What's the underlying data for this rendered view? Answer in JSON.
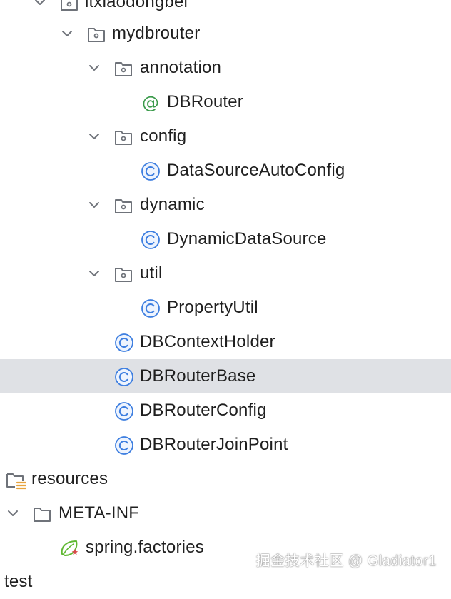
{
  "tree": {
    "top_partial": "itxiaodongbei",
    "mydbrouter": "mydbrouter",
    "annotation": "annotation",
    "dbrouter_annotation": "DBRouter",
    "config": "config",
    "datasource_autoconfig": "DataSourceAutoConfig",
    "dynamic": "dynamic",
    "dynamic_datasource": "DynamicDataSource",
    "util": "util",
    "property_util": "PropertyUtil",
    "db_context_holder": "DBContextHolder",
    "db_router_base": "DBRouterBase",
    "db_router_config": "DBRouterConfig",
    "db_router_joinpoint": "DBRouterJoinPoint",
    "resources": "resources",
    "meta_inf": "META-INF",
    "spring_factories": "spring.factories",
    "test": "test"
  },
  "watermark": "掘金技术社区 @ Gladiator1",
  "colors": {
    "selection": "#dfe1e5",
    "class_icon": "#3d7ee0",
    "annotation_icon": "#3a9a4a",
    "folder_stroke": "#6f737a",
    "resources_accent": "#e8a33d",
    "spring_green": "#5fb832",
    "spring_red": "#d84a4a"
  }
}
